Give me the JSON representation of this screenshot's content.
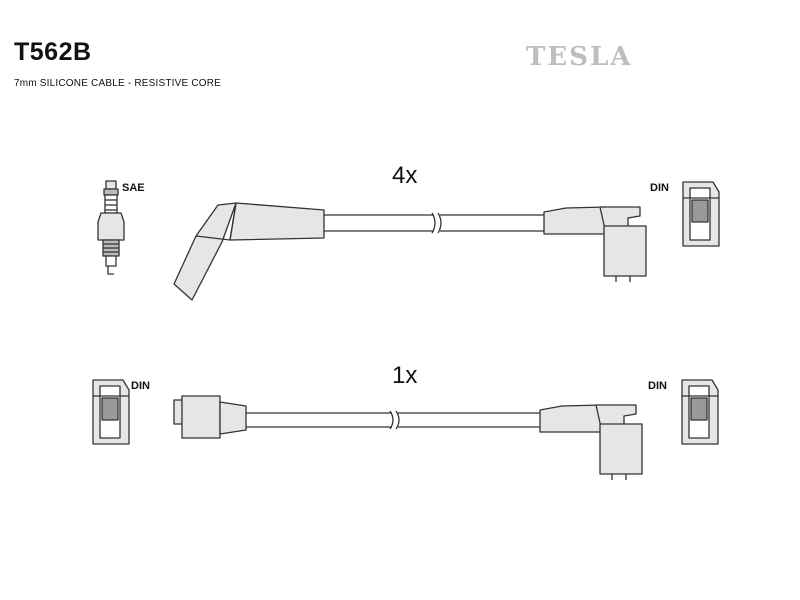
{
  "header": {
    "product_code": "T562B",
    "cable_description": "7mm SILICONE CABLE - RESISTIVE CORE",
    "brand": "TESLA"
  },
  "rows": [
    {
      "quantity": "4x",
      "left_label": "SAE",
      "right_label": "DIN"
    },
    {
      "quantity": "1x",
      "left_label": "DIN",
      "right_label": "DIN"
    }
  ],
  "colors": {
    "line": "#333333",
    "fill": "#e6e6e6",
    "brand": "#bdbdbd"
  }
}
